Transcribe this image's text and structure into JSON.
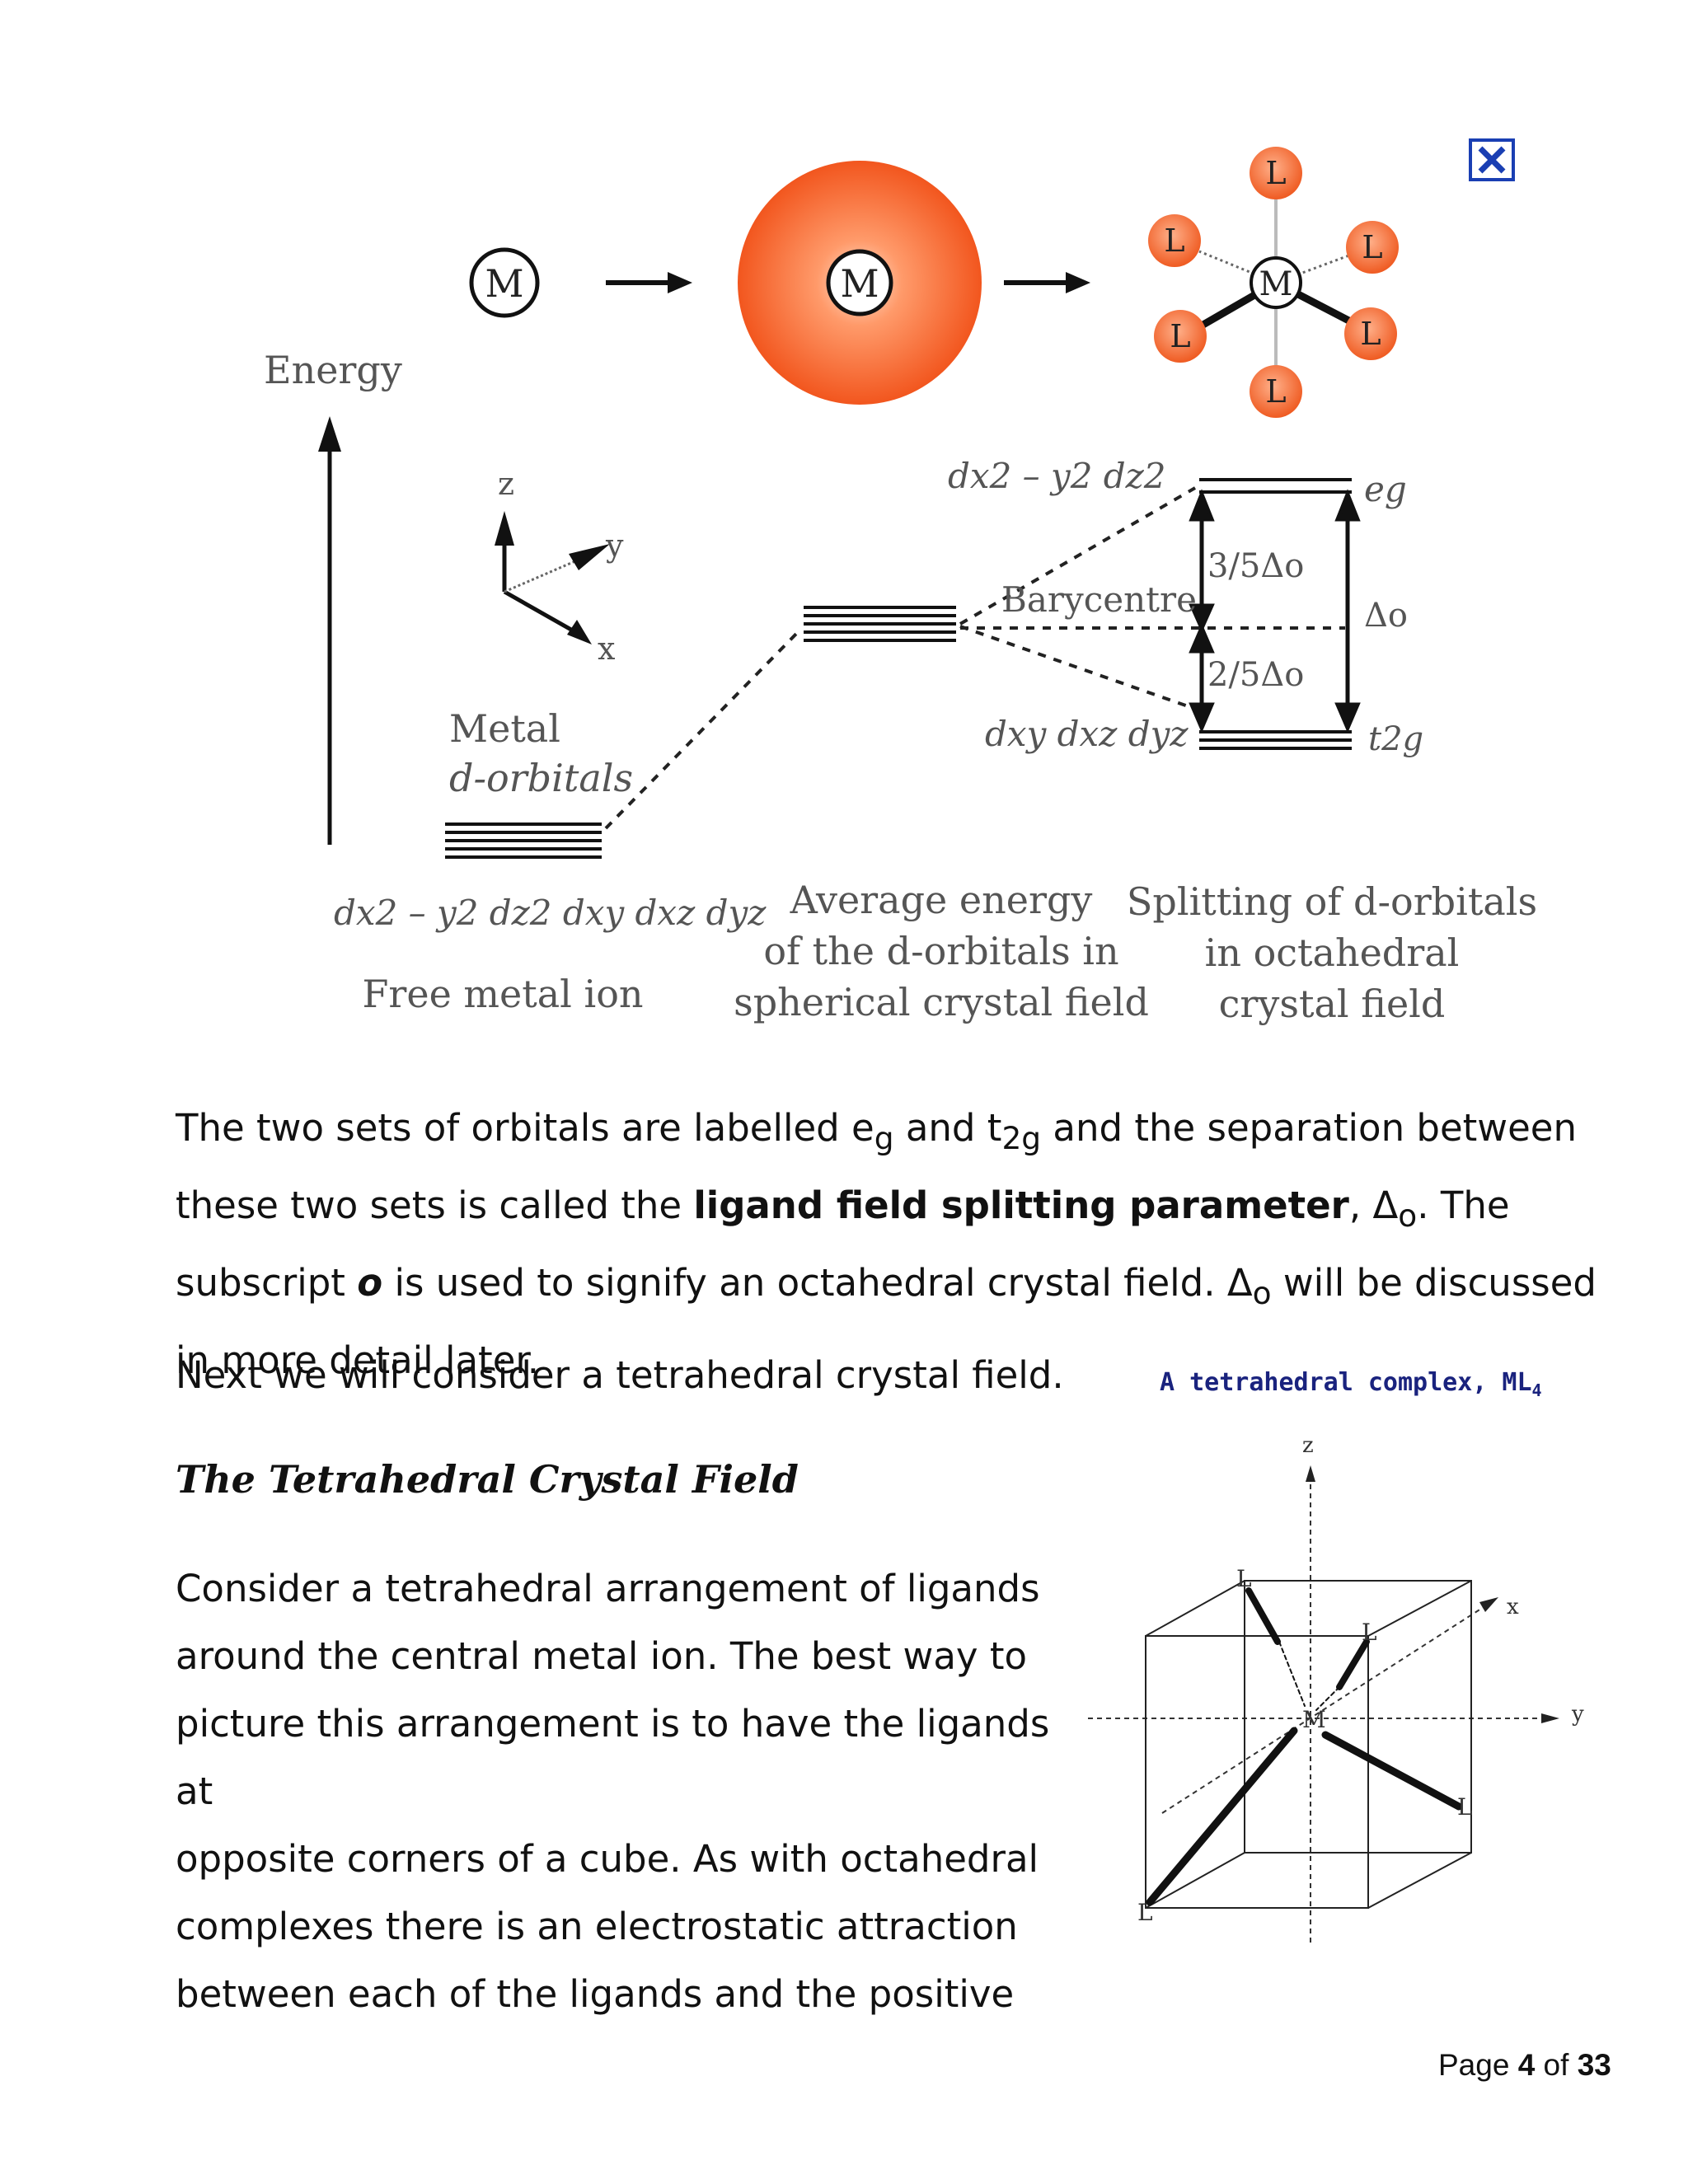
{
  "octahedral_figure": {
    "metal_label": "M",
    "ligand_label": "L",
    "energy_label": "Energy",
    "axis_z": "z",
    "axis_y": "y",
    "axis_x": "x",
    "metal_d_line1": "Metal",
    "metal_d_line2": "d-orbitals",
    "barycentre": "Barycentre",
    "split_upper": "3/5Δo",
    "split_lower": "2/5Δo",
    "delta_o": "Δo",
    "eg_label": "eg",
    "t2g_label": "t2g",
    "upper_orbitals": "dx2 – y2 dz2",
    "lower_orbitals": "dxy dxz dyz",
    "free_ion_orbitals": "dx2 – y2 dz2 dxy dxz dyz",
    "caption_free_ion": "Free metal ion",
    "caption_spherical_1": "Average energy",
    "caption_spherical_2": "of the d-orbitals in",
    "caption_spherical_3": "spherical crystal field",
    "caption_octa_1": "Splitting of d-orbitals",
    "caption_octa_2": "in octahedral",
    "caption_octa_3": "crystal field"
  },
  "paragraph1": {
    "t1": "The two sets of orbitals are labelled e",
    "eg_sub": "g",
    "t2": " and t",
    "t2g_sub": "2g",
    "t3": " and the separation between these two sets is called the ",
    "bold": "ligand field splitting parameter",
    "t4": ", Δ",
    "o_sub": "o",
    "t5": ". The subscript ",
    "o_italic": "o",
    "t6": " is used to signify an octahedral crystal field. Δ",
    "o_sub2": "o",
    "t7": " will be discussed in more detail later."
  },
  "paragraph2": "Next we will consider a tetrahedral crystal field.",
  "heading": "The Tetrahedral Crystal Field",
  "paragraph3": "Consider a tetrahedral arrangement of ligands around the central metal ion. The best way to picture this arrangement is to have the ligands at opposite corners of a cube. As with octahedral complexes there is an electrostatic attraction between each of the ligands and the positive",
  "paragraph3_lines": [
    "Consider a tetrahedral arrangement of ligands",
    "around the central metal ion. The best way to",
    "picture this arrangement is to have the ligands at",
    "opposite corners of a cube. As with octahedral",
    "complexes there is an electrostatic attraction",
    "between each of the ligands and the positive"
  ],
  "tetra_figure": {
    "title": "A tetrahedral complex, ML",
    "title_sub": "4",
    "axis_z": "z",
    "axis_x": "x",
    "axis_y": "y",
    "metal": "M",
    "ligand": "L"
  },
  "footer": {
    "page_word": "Page ",
    "page_num": "4",
    "of_word": " of ",
    "total": "33"
  }
}
